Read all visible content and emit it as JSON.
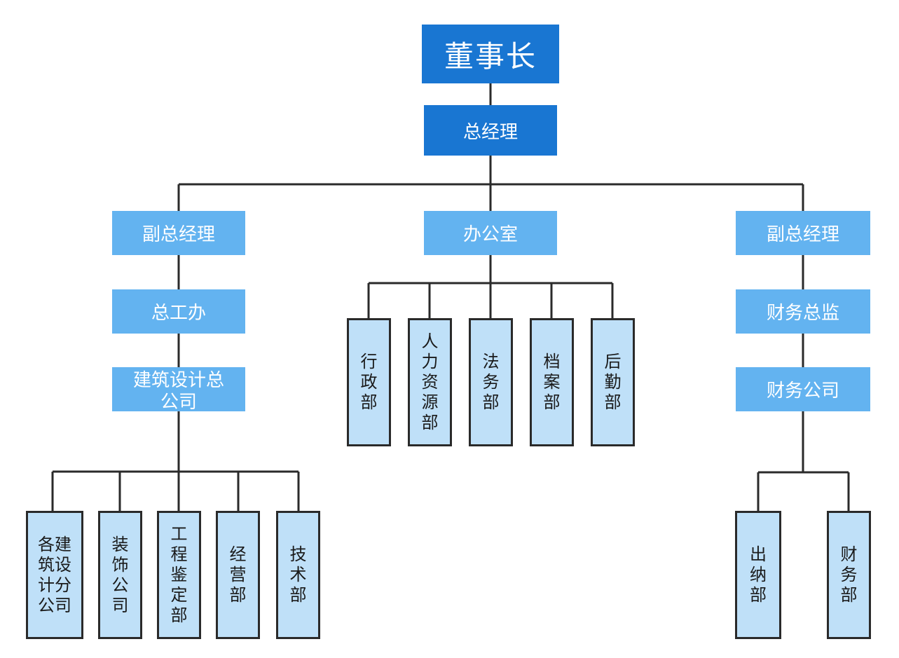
{
  "chairman": "董事长",
  "general_manager": "总经理",
  "branches": {
    "left": {
      "head": "副总经理",
      "chain": [
        "总工办",
        "建筑设计总公司"
      ],
      "leaves": [
        "各建筑设计分公司",
        "装饰公司",
        "工程鉴定部",
        "经营部",
        "技术部"
      ]
    },
    "center": {
      "head": "办公室",
      "leaves": [
        "行政部",
        "人力资源部",
        "法务部",
        "档案部",
        "后勤部"
      ]
    },
    "right": {
      "head": "副总经理",
      "chain": [
        "财务总监",
        "财务公司"
      ],
      "leaves": [
        "出纳部",
        "财务部"
      ]
    }
  },
  "colors": {
    "top_level": "#1976d2",
    "mid_level": "#63b3f0",
    "leaf_fill": "#bfe0f8",
    "leaf_border": "#2a2a2a",
    "connector": "#2a2a2a"
  }
}
